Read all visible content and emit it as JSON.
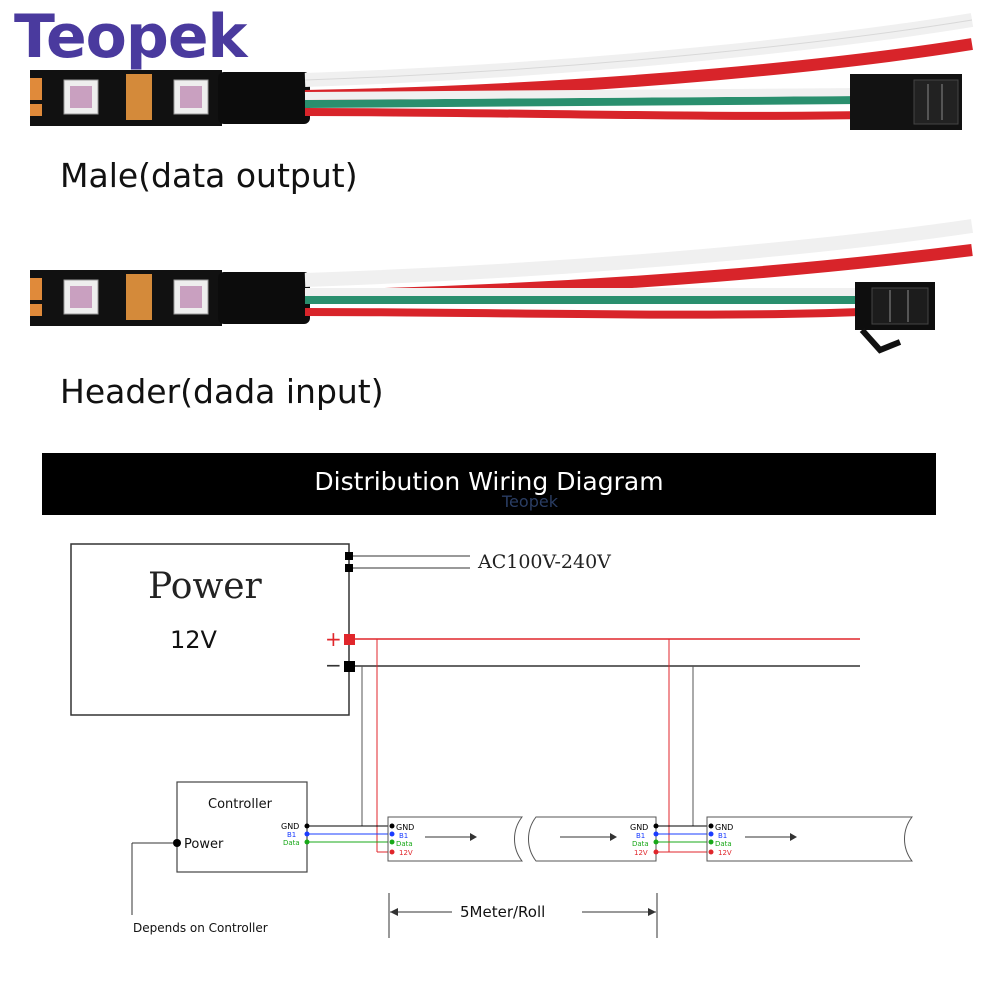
{
  "brand": "Teopek",
  "captions": {
    "male": "Male(data output)",
    "header": "Header(dada input)"
  },
  "banner": {
    "title": "Distribution Wiring Diagram",
    "watermark": "Teopek"
  },
  "diagram": {
    "ac_label": "AC100V-240V",
    "power_title": "Power",
    "power_voltage": "12V",
    "plus": "+",
    "minus": "−",
    "controller_title": "Controller",
    "controller_power": "Power",
    "controller_pins": [
      "GND",
      "B1",
      "Data"
    ],
    "strip_pins": [
      "GND",
      "B1",
      "Data",
      "12V"
    ],
    "length_label": "5Meter/Roll",
    "depends_label": "Depends on Controller"
  },
  "colors": {
    "brand": "#4a3a9e",
    "wire_red": "#e0262b",
    "wire_white": "#f2f2f2",
    "wire_green": "#2a8f6e",
    "pin_gnd": "#000000",
    "pin_b1": "#1a3cff",
    "pin_data": "#18a818",
    "pin_12v": "#e0262b"
  }
}
